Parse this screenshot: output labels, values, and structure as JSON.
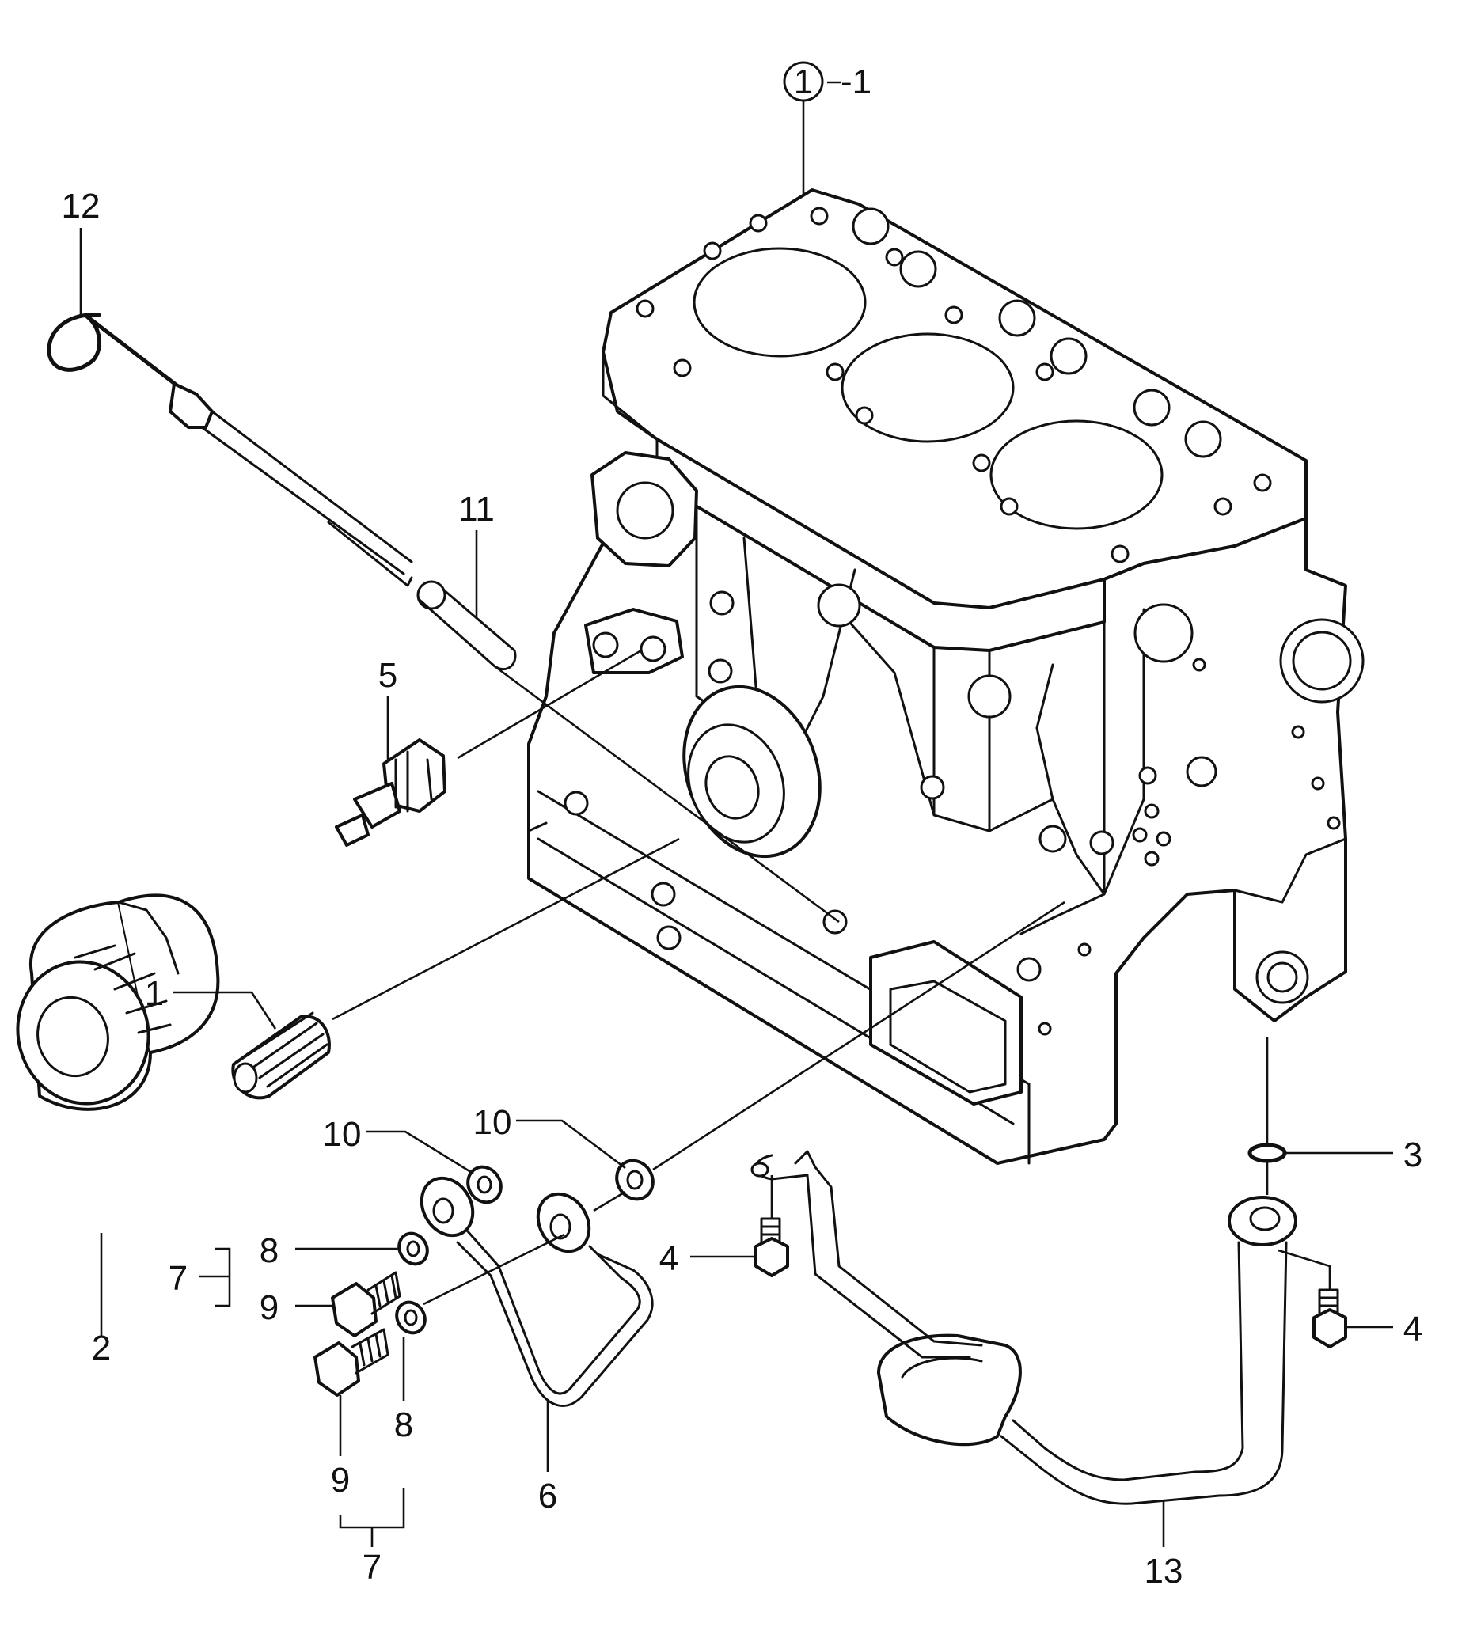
{
  "labels": {
    "main": "1",
    "main_suffix": "-1",
    "p1": "1",
    "p2": "2",
    "p3": "3",
    "p4a": "4",
    "p4b": "4",
    "p5": "5",
    "p6": "6",
    "p7a": "7",
    "p7b": "7",
    "p8a": "8",
    "p8b": "8",
    "p9a": "9",
    "p9b": "9",
    "p10a": "10",
    "p10b": "10",
    "p11": "11",
    "p12": "12",
    "p13": "13"
  }
}
